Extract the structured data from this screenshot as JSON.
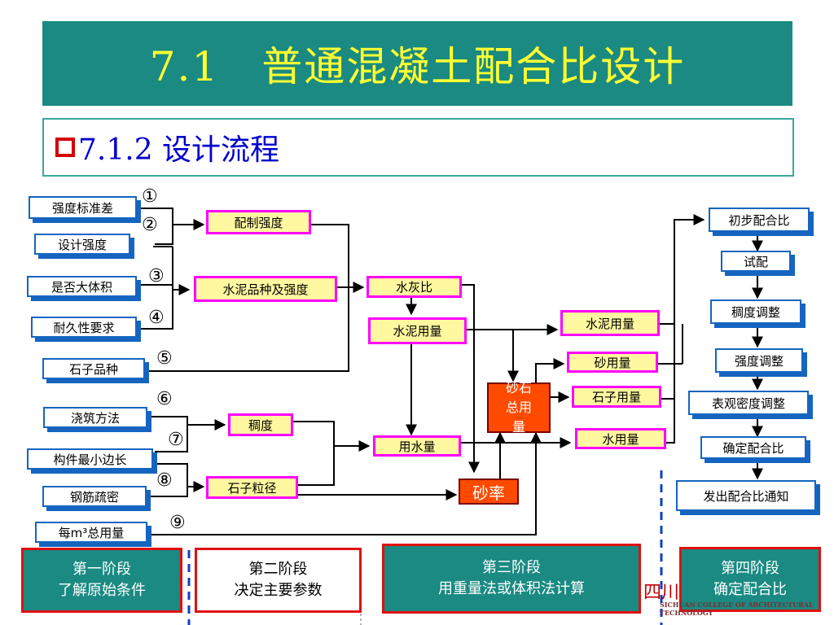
{
  "title": "7.1　普通混凝土配合比设计",
  "subtitle": "7.1.2 设计流程",
  "inputs": [
    "强度标准差",
    "设计强度",
    "是否大体积",
    "耐久性要求",
    "石子品种",
    "浇筑方法",
    "构件最小边长",
    "钢筋疏密",
    "每m³总用量"
  ],
  "circled_numbers": [
    "①",
    "②",
    "③",
    "④",
    "⑤",
    "⑥",
    "⑦",
    "⑧",
    "⑨"
  ],
  "stage2_params": [
    "配制强度",
    "水泥品种及强度",
    "稠度",
    "石子粒径"
  ],
  "stage3_calc": [
    "水灰比",
    "水泥用量",
    "用水量",
    "砂石总用量",
    "砂率"
  ],
  "outputs": [
    "水泥用量",
    "砂用量",
    "石子用量",
    "水用量"
  ],
  "stage4_steps": [
    "初步配合比",
    "试配",
    "稠度调整",
    "强度调整",
    "表观密度调整",
    "确定配合比",
    "发出配合比通知"
  ],
  "stages": [
    {
      "line1": "第一阶段",
      "line2": "了解原始条件"
    },
    {
      "line1": "第二阶段",
      "line2": "决定主要参数"
    },
    {
      "line1": "第三阶段",
      "line2": "用重量法或体积法计算"
    },
    {
      "line1": "第四阶段",
      "line2": "确定配合比"
    }
  ],
  "logo": {
    "text": "四川",
    "subtext": "SICHUAN COLLEGE OF ARCHITECTURAL TECHNOLOGY"
  }
}
